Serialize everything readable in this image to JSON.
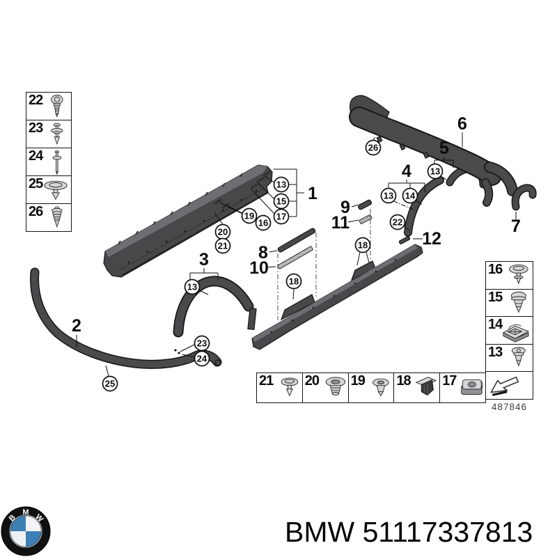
{
  "palette": {
    "background": "#ffffff",
    "part_dark": "#48484b",
    "part_light": "#b6b8ba",
    "outline": "#141414",
    "bmw_blue": "#3e7fb4"
  },
  "brand": {
    "logo_letters": [
      "B",
      "M",
      "W"
    ],
    "caption": "BMW 51117337813"
  },
  "figure": {
    "drawing_number": "487846"
  },
  "legend_left": {
    "rows": [
      {
        "num": "22",
        "icon": "torx-screw-icon"
      },
      {
        "num": "23",
        "icon": "expanding-rivet-icon"
      },
      {
        "num": "24",
        "icon": "pin-with-washer-icon"
      },
      {
        "num": "25",
        "icon": "flat-head-clip-icon"
      },
      {
        "num": "26",
        "icon": "ribbed-cone-clip-icon"
      }
    ]
  },
  "legend_right": {
    "rows": [
      {
        "num": "16",
        "icon": "mushroom-clip-icon"
      },
      {
        "num": "15",
        "icon": "dome-rivet-icon"
      },
      {
        "num": "14",
        "icon": "cage-nut-icon"
      },
      {
        "num": "13",
        "icon": "round-rivet-icon"
      }
    ],
    "arrow_icon": "viewing-direction-arrow-icon"
  },
  "legend_bottom": {
    "cells": [
      {
        "num": "21",
        "icon": "mushroom-clip-small-icon"
      },
      {
        "num": "20",
        "icon": "grommet-large-icon"
      },
      {
        "num": "19",
        "icon": "grommet-small-icon"
      },
      {
        "num": "18",
        "icon": "square-plug-clip-icon"
      },
      {
        "num": "17",
        "icon": "speed-nut-icon"
      }
    ]
  },
  "callouts": {
    "large": {
      "n1": "1",
      "n2": "2",
      "n3": "3",
      "n4": "4",
      "n5": "5",
      "n6": "6",
      "n7": "7",
      "n8": "8",
      "n9": "9",
      "n10": "10",
      "n11": "11",
      "n12": "12"
    },
    "circles": {
      "c13a": "13",
      "c15": "15",
      "c17": "17",
      "c19": "19",
      "c16": "16",
      "c20": "20",
      "c21": "21",
      "c13b": "13",
      "c23": "23",
      "c24": "24",
      "c25": "25",
      "c18a": "18",
      "c18b": "18",
      "c13c": "13",
      "c14": "14",
      "c22": "22",
      "c13d": "13",
      "c26": "26"
    }
  }
}
